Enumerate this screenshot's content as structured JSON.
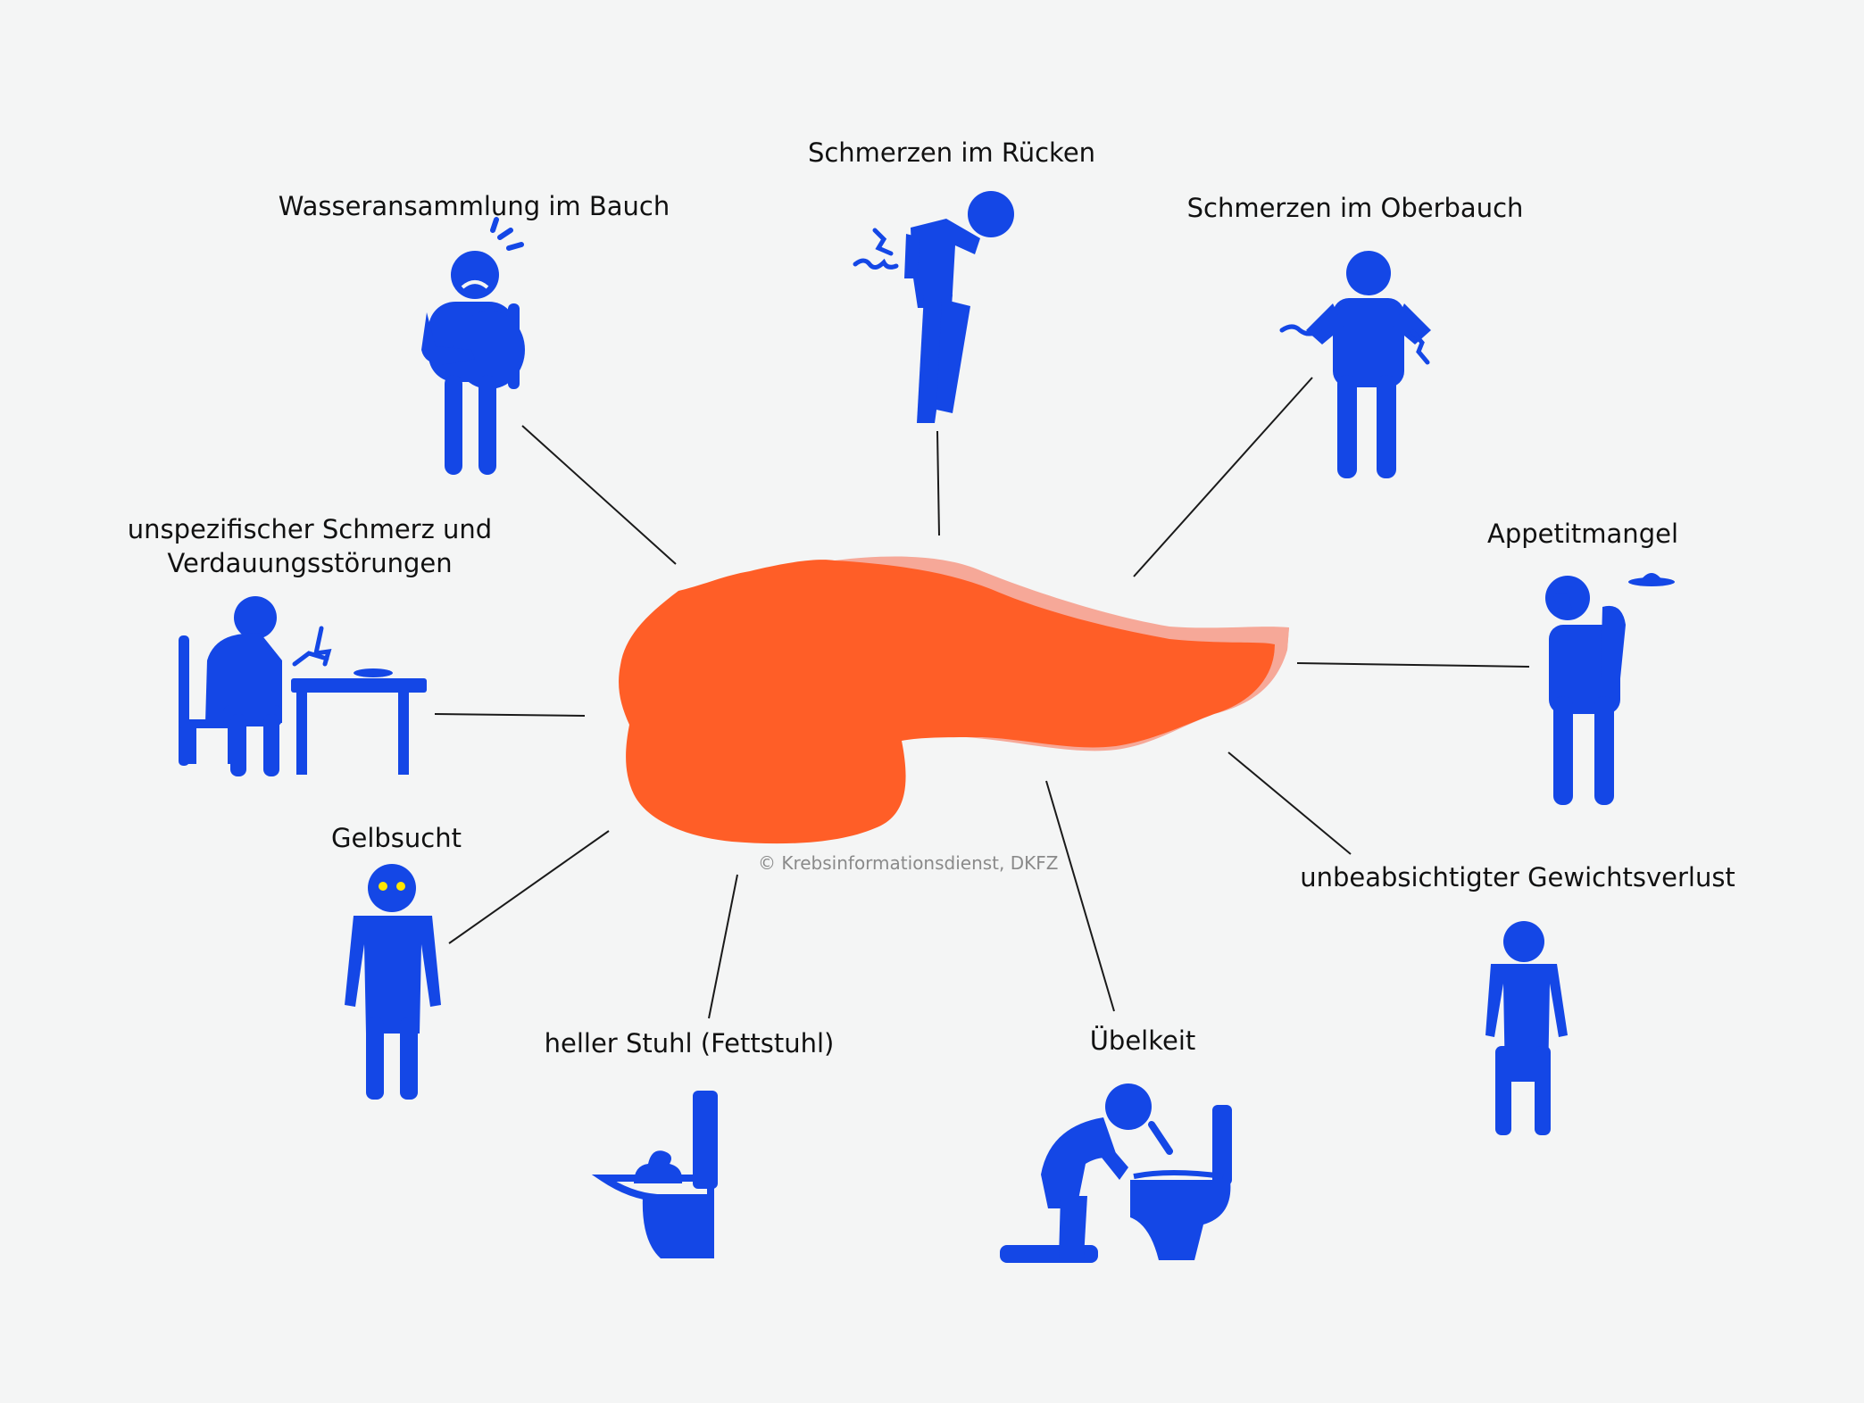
{
  "colors": {
    "background": "#f4f5f5",
    "figure": "#1447e6",
    "organ": "#ff5e27",
    "organ_edge": "#f6a898",
    "connector": "#1a1a1a",
    "jaundice_eyes": "#ffe600"
  },
  "copyright": "© Krebsinformationsdienst, DKFZ",
  "symptoms": [
    {
      "id": "wasser",
      "label": "Wasseransammlung im Bauch",
      "icon": "pregnant-belly-figure-icon"
    },
    {
      "id": "ruecken",
      "label": "Schmerzen im Rücken",
      "icon": "back-pain-figure-icon"
    },
    {
      "id": "oberbauch",
      "label": "Schmerzen im Oberbauch",
      "icon": "upper-abdomen-pain-figure-icon"
    },
    {
      "id": "appetit",
      "label": "Appetitmangel",
      "icon": "refusing-plate-figure-icon"
    },
    {
      "id": "verdauung",
      "label_line1": "unspezifischer Schmerz und",
      "label_line2": "Verdauungsstörungen",
      "icon": "seated-table-figure-icon"
    },
    {
      "id": "gewicht",
      "label": "unbeabsichtigter Gewichtsverlust",
      "icon": "thin-figure-icon"
    },
    {
      "id": "gelbsucht",
      "label": "Gelbsucht",
      "icon": "yellow-eyes-figure-icon"
    },
    {
      "id": "stuhl",
      "label": "heller Stuhl (Fettstuhl)",
      "icon": "toilet-stool-icon"
    },
    {
      "id": "uebelkeit",
      "label": "Übelkeit",
      "icon": "vomiting-figure-icon"
    }
  ]
}
